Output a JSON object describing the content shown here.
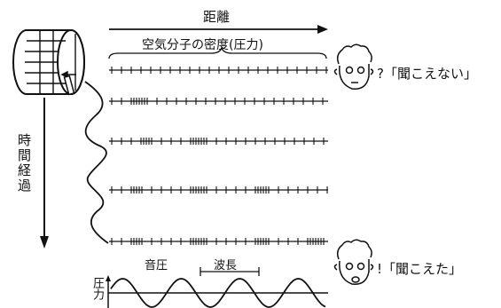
{
  "labels": {
    "distance": "距離",
    "density": "空気分子の密度(圧力)",
    "time": "時間経過",
    "sound_pressure": "音圧",
    "wavelength": "波長",
    "pressure_axis": "圧力",
    "cannot_hear": "?「聞こえない」",
    "can_hear": "!「聞こえた」"
  },
  "rows": [
    {
      "density": "uniform"
    },
    {
      "density": "compressed-near-drum"
    },
    {
      "density": "compression-propagating"
    },
    {
      "density": "compression-propagating"
    },
    {
      "density": "compression-at-listener"
    }
  ],
  "colors": {
    "ink": "#111111",
    "background": "#ffffff"
  },
  "icons": [
    "drum-icon",
    "drumstick-icon",
    "face-icon",
    "arrow-down-icon",
    "arrow-right-icon"
  ]
}
